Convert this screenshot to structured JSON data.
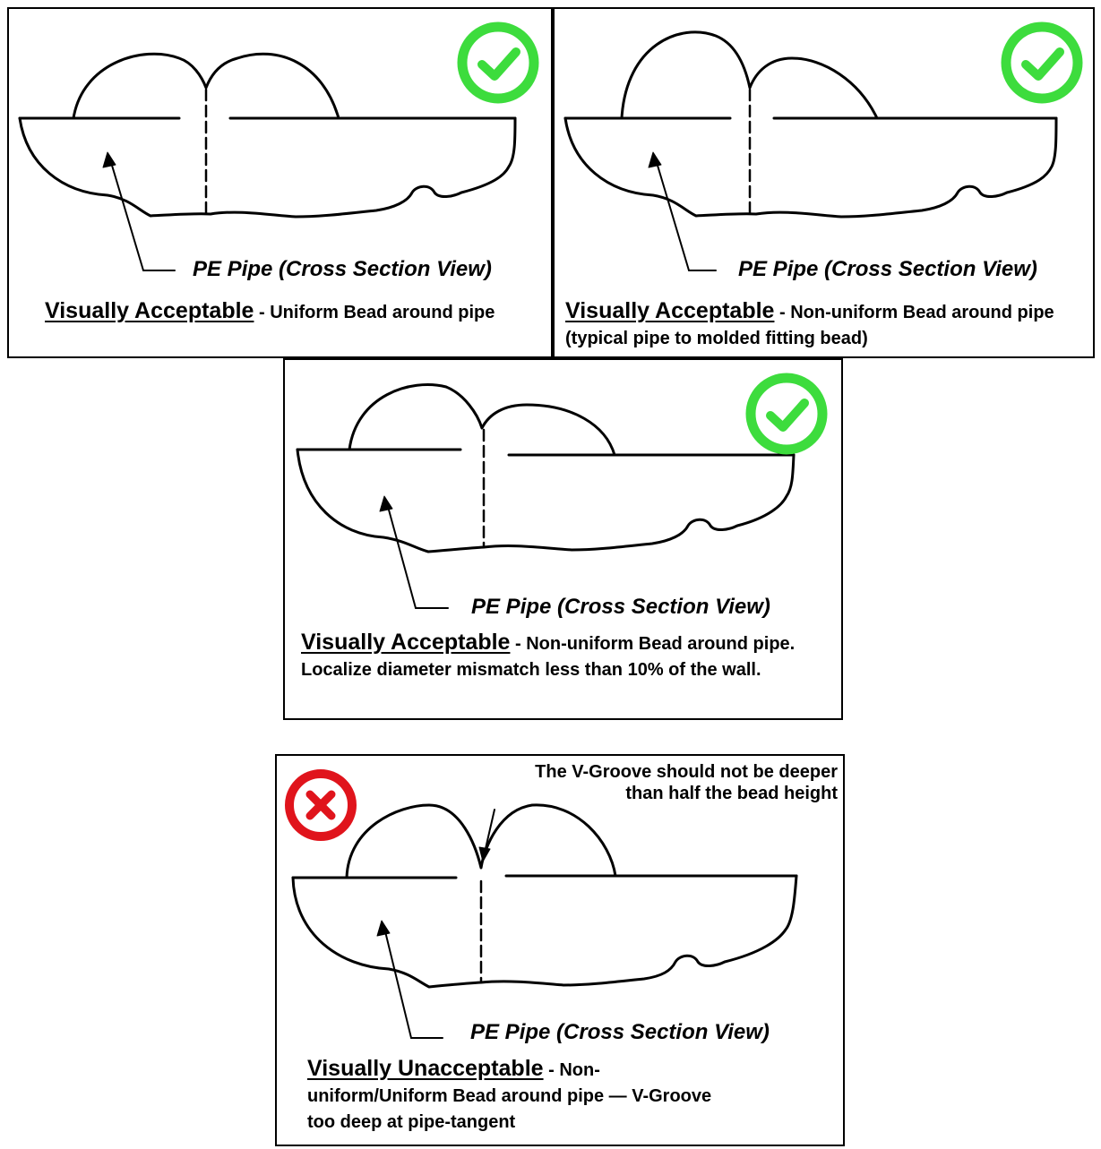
{
  "panels": [
    {
      "status": "acceptable",
      "pipe_label": "PE Pipe (Cross Section View)",
      "heading": "Visually Acceptable",
      "description": " - Uniform Bead around pipe"
    },
    {
      "status": "acceptable",
      "pipe_label": "PE Pipe (Cross Section View)",
      "heading": "Visually Acceptable",
      "description": " - Non-uniform Bead around pipe (typical pipe to molded fitting bead)"
    },
    {
      "status": "acceptable",
      "pipe_label": "PE Pipe (Cross Section View)",
      "heading": "Visually Acceptable",
      "description": " - Non-uniform Bead around pipe. Localize diameter mismatch less than 10% of the wall."
    },
    {
      "status": "unacceptable",
      "pipe_label": "PE Pipe (Cross Section View)",
      "heading": "Visually Unacceptable",
      "description": " - Non-uniform/Uniform Bead around pipe — V-Groove too deep at pipe-tangent",
      "note_line1": "The V-Groove should not be deeper",
      "note_line2": "than half the bead height"
    }
  ],
  "icons": {
    "acceptable": "check-icon",
    "unacceptable": "x-icon"
  },
  "colors": {
    "acceptable": "#3ddc3d",
    "unacceptable": "#e0141c",
    "line": "#000000",
    "background": "#ffffff"
  }
}
